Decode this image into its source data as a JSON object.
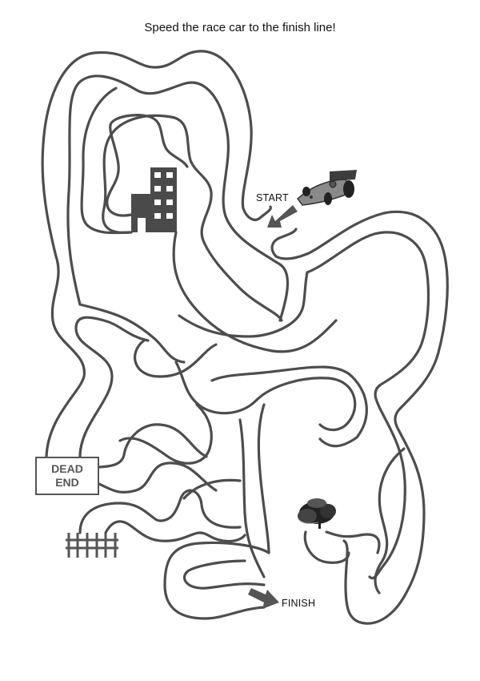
{
  "worksheet": {
    "title": "Speed the race car to the finish line!"
  },
  "maze": {
    "start_label": "START",
    "finish_label": "FINISH",
    "dead_end_label_line1": "DEAD",
    "dead_end_label_line2": "END",
    "icons": [
      "race-car",
      "building",
      "tree",
      "fence",
      "start-arrow",
      "finish-arrow"
    ],
    "colors": {
      "wall": "#4d4d4d",
      "arrow": "#555555",
      "building": "#4a4a4a",
      "text": "#111111"
    }
  }
}
